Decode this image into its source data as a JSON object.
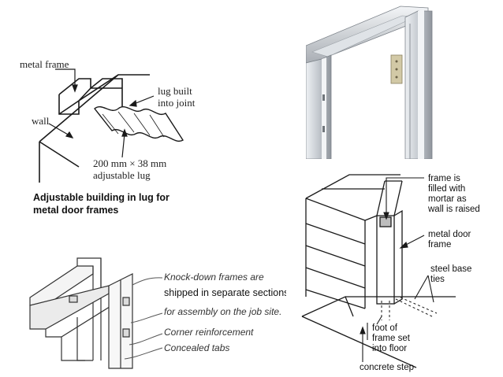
{
  "top_left": {
    "labels": {
      "metal_frame": "metal frame",
      "lug_built_1": "lug built",
      "lug_built_2": "into joint",
      "wall": "wall",
      "lug_size": "200 mm × 38 mm",
      "lug_adjustable": "adjustable lug"
    },
    "caption_1": "Adjustable building in lug for",
    "caption_2": "metal door frames"
  },
  "top_right": {
    "description_hidden": ""
  },
  "bottom_left": {
    "labels": {
      "line1": "Knock-down frames are",
      "line2": "shipped in separate sections",
      "line3": "for assembly on the job site.",
      "line4": "Corner reinforcement",
      "line5": "Concealed tabs"
    }
  },
  "bottom_right": {
    "labels": {
      "frame_filled_1": "frame is",
      "frame_filled_2": "filled with",
      "frame_filled_3": "mortar as",
      "frame_filled_4": "wall is raised",
      "metal_door_1": "metal door",
      "metal_door_2": "frame",
      "steel_base_1": "steel base",
      "steel_base_2": "ties",
      "foot_1": "foot of",
      "foot_2": "frame set",
      "foot_3": "into floor",
      "concrete_step": "concrete step"
    }
  },
  "colors": {
    "line": "#1a1a1a",
    "frame_metal_light": "#d9dde2",
    "frame_metal_dark": "#8f959c"
  }
}
